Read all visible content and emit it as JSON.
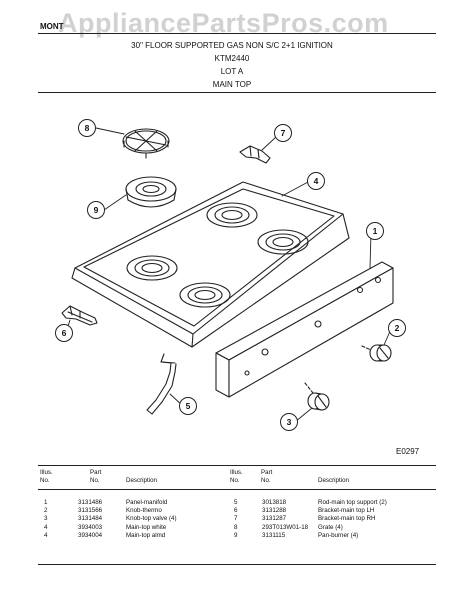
{
  "watermark": "AppliancePartsPros.com",
  "header": {
    "brand": "MONT",
    "title": "30\" FLOOR SUPPORTED GAS NON S/C 2+1 IGNITION",
    "model": "KTM2440",
    "lot": "LOT A",
    "section": "MAIN TOP"
  },
  "callouts": [
    "1",
    "2",
    "3",
    "4",
    "5",
    "6",
    "7",
    "8",
    "9"
  ],
  "drawing_code": "E0297",
  "parts_table": {
    "headers": {
      "illus": "Illus.",
      "no": "No.",
      "part": "Part",
      "part_no": "No.",
      "description": "Description"
    },
    "left": [
      {
        "illus": "1",
        "part": "3131486",
        "description": "Panel-manifold"
      },
      {
        "illus": "2",
        "part": "3131566",
        "description": "Knob-thermo"
      },
      {
        "illus": "3",
        "part": "3131484",
        "description": "Knob-top valve (4)"
      },
      {
        "illus": "4",
        "part": "3934003",
        "description": "Main-top white"
      },
      {
        "illus": "4",
        "part": "3934004",
        "description": "Main-top almd"
      }
    ],
    "right": [
      {
        "illus": "5",
        "part": "3013818",
        "description": "Rod-main top support (2)"
      },
      {
        "illus": "6",
        "part": "3131288",
        "description": "Bracket-main top LH"
      },
      {
        "illus": "7",
        "part": "3131287",
        "description": "Bracket-main top RH"
      },
      {
        "illus": "8",
        "part": "293T013W01-18",
        "description": "Grate (4)"
      },
      {
        "illus": "9",
        "part": "3131115",
        "description": "Pan-burner (4)"
      }
    ]
  }
}
